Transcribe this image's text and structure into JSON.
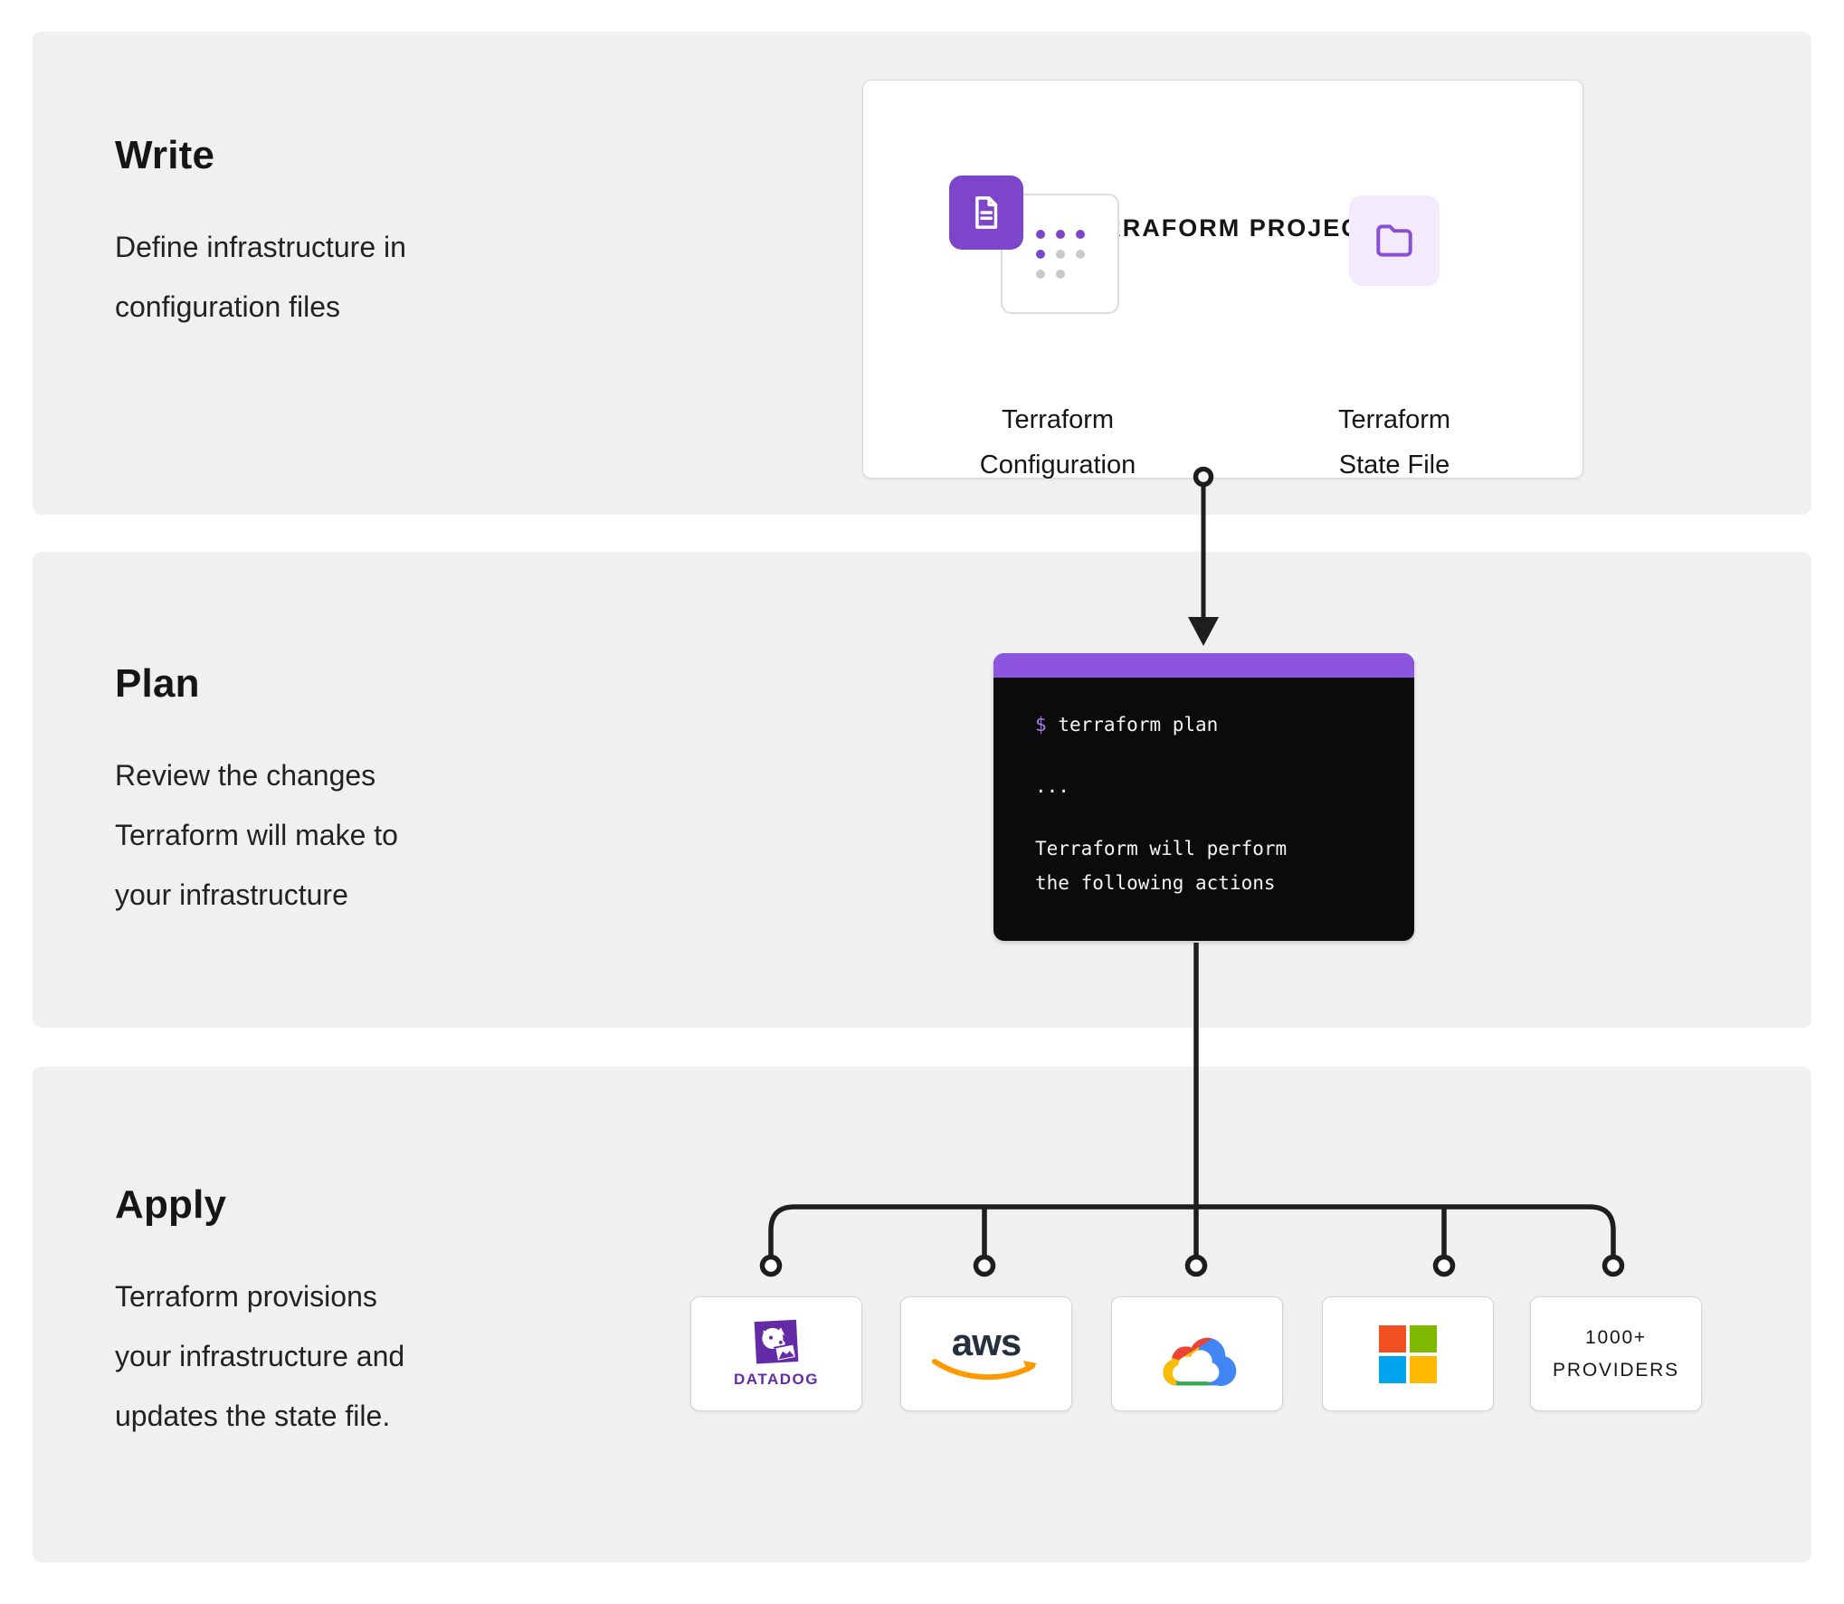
{
  "sections": {
    "write": {
      "title": "Write",
      "description_lines": [
        "Define infrastructure in",
        "configuration files"
      ]
    },
    "plan": {
      "title": "Plan",
      "description_lines": [
        "Review the changes",
        "Terraform will make to",
        "your infrastructure"
      ]
    },
    "apply": {
      "title": "Apply",
      "description_lines": [
        "Terraform provisions",
        "your infrastructure and",
        "updates the state file."
      ]
    }
  },
  "project_card": {
    "title": "TERRAFORM PROJECT",
    "configuration": {
      "icon": "document-icon,dots-grid-icon",
      "label_lines": [
        "Terraform",
        "Configuration"
      ]
    },
    "state_file": {
      "icon": "folder-icon",
      "label_lines": [
        "Terraform",
        "State File"
      ]
    }
  },
  "terminal": {
    "prompt": "$",
    "command": "terraform plan",
    "ellipsis": "...",
    "output_lines": [
      "Terraform will perform",
      "the following actions"
    ]
  },
  "providers": {
    "items": [
      {
        "name": "Datadog",
        "icon": "datadog-logo",
        "wordmark": "DATADOG"
      },
      {
        "name": "AWS",
        "icon": "aws-logo",
        "wordmark": "aws"
      },
      {
        "name": "Google Cloud",
        "icon": "google-cloud-logo"
      },
      {
        "name": "Microsoft",
        "icon": "microsoft-logo"
      },
      {
        "name": "1000+ Providers",
        "label_lines": [
          "1000+",
          "PROVIDERS"
        ]
      }
    ]
  },
  "colors": {
    "band_bg": "#f0f0f0",
    "accent_purple": "#7d45c9",
    "terminal_header_purple": "#8c55e0",
    "terminal_bg": "#0b0b0b",
    "terminal_prompt_purple": "#a879ec",
    "lavender_bg": "#f3ebfb",
    "connector_dark": "#1e1e1e",
    "datadog_purple": "#632ca6",
    "aws_navy": "#252f3e",
    "aws_orange": "#ff9900",
    "gc_red": "#ea4335",
    "gc_blue": "#4285f4",
    "gc_yellow": "#fbbc05",
    "gc_green": "#34a853",
    "ms_red": "#f25022",
    "ms_green": "#7fba00",
    "ms_blue": "#00a4ef",
    "ms_yellow": "#ffb900"
  }
}
